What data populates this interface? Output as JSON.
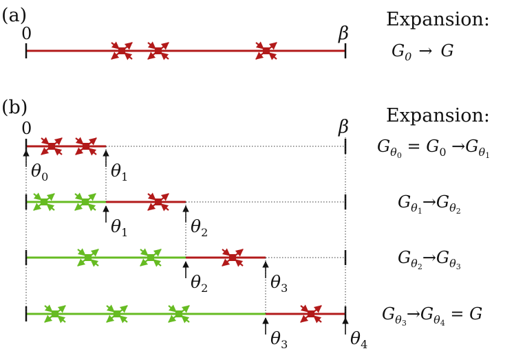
{
  "colors": {
    "red": "#b21a1a",
    "green": "#66bb22",
    "black": "#111111",
    "dotted": "#333333"
  },
  "panel_a": {
    "label": "(a)",
    "start_label": "0",
    "end_label": "β",
    "heading": "Expansion:",
    "formula": {
      "lhs": "G",
      "lhs_sub": "0",
      "arrow": "→",
      "rhs": "G"
    }
  },
  "panel_b": {
    "label": "(b)",
    "start_label": "0",
    "end_label": "β",
    "heading": "Expansion:",
    "rows": [
      {
        "formula": "G_{θ0} = G_0 → G_{θ1}",
        "left_theta": "θ0",
        "right_theta": "θ1",
        "f": {
          "a": "G",
          "as": "θ",
          "ass": "0",
          "eq": " = ",
          "b": "G",
          "bs": "0",
          "arr": " →",
          "c": "G",
          "cs": "θ",
          "css": "1",
          "tail": ""
        },
        "t1": {
          "t": "θ",
          "s": "0"
        },
        "t2": {
          "t": "θ",
          "s": "1"
        }
      },
      {
        "formula": "G_{θ1} → G_{θ2}",
        "left_theta": "θ1",
        "right_theta": "θ2",
        "f": {
          "a": "G",
          "as": "θ",
          "ass": "1",
          "arr": "→",
          "c": "G",
          "cs": "θ",
          "css": "2"
        },
        "t1": {
          "t": "θ",
          "s": "1"
        },
        "t2": {
          "t": "θ",
          "s": "2"
        }
      },
      {
        "formula": "G_{θ2} → G_{θ3}",
        "left_theta": "θ2",
        "right_theta": "θ3",
        "f": {
          "a": "G",
          "as": "θ",
          "ass": "2",
          "arr": "→",
          "c": "G",
          "cs": "θ",
          "css": "3"
        },
        "t1": {
          "t": "θ",
          "s": "2"
        },
        "t2": {
          "t": "θ",
          "s": "3"
        }
      },
      {
        "formula": "G_{θ3} → G_{θ4} = G",
        "left_theta": "θ3",
        "right_theta": "θ4",
        "f": {
          "a": "G",
          "as": "θ",
          "ass": "3",
          "arr": "→",
          "c": "G",
          "cs": "θ",
          "css": "4",
          "tail": " = G"
        },
        "t1": {
          "t": "θ",
          "s": "3"
        },
        "t2": {
          "t": "θ",
          "s": "4"
        }
      }
    ]
  }
}
